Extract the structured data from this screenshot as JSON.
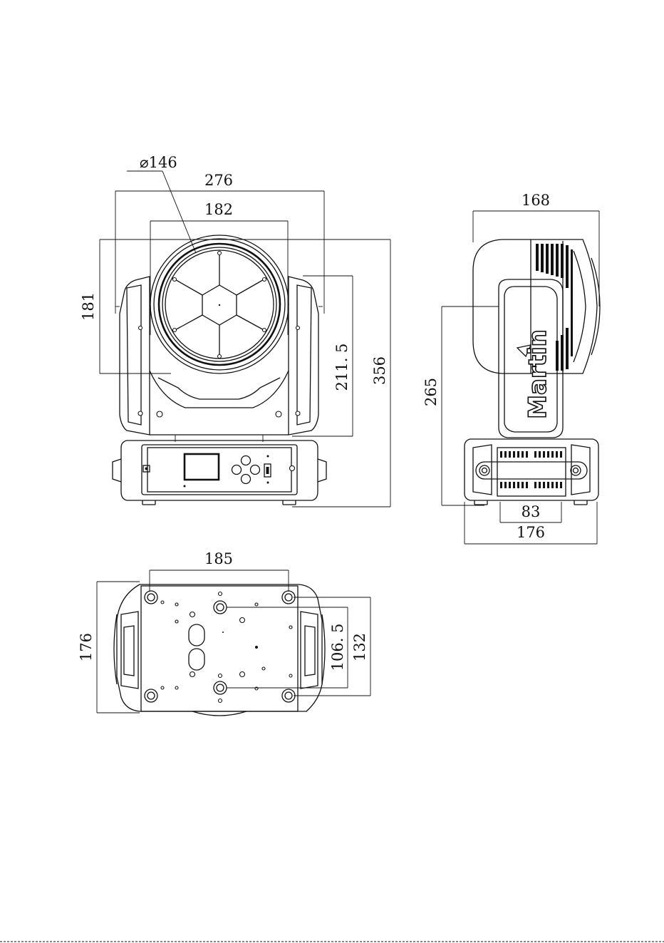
{
  "front_view": {
    "diameter_label": "⌀146",
    "width_overall": "276",
    "width_yoke": "182",
    "head_height": "181",
    "yoke_height": "211. 5",
    "total_height": "356"
  },
  "side_view": {
    "depth_head": "168",
    "height_to_tilt": "265",
    "inner_width": "83",
    "base_depth": "176",
    "logo": "Martin"
  },
  "bottom_view": {
    "hole_spacing_x": "185",
    "base_depth": "176",
    "bracket_spacing_inner": "106. 5",
    "bracket_spacing_outer": "132"
  },
  "colors": {
    "line": "#111111",
    "background": "#ffffff"
  }
}
